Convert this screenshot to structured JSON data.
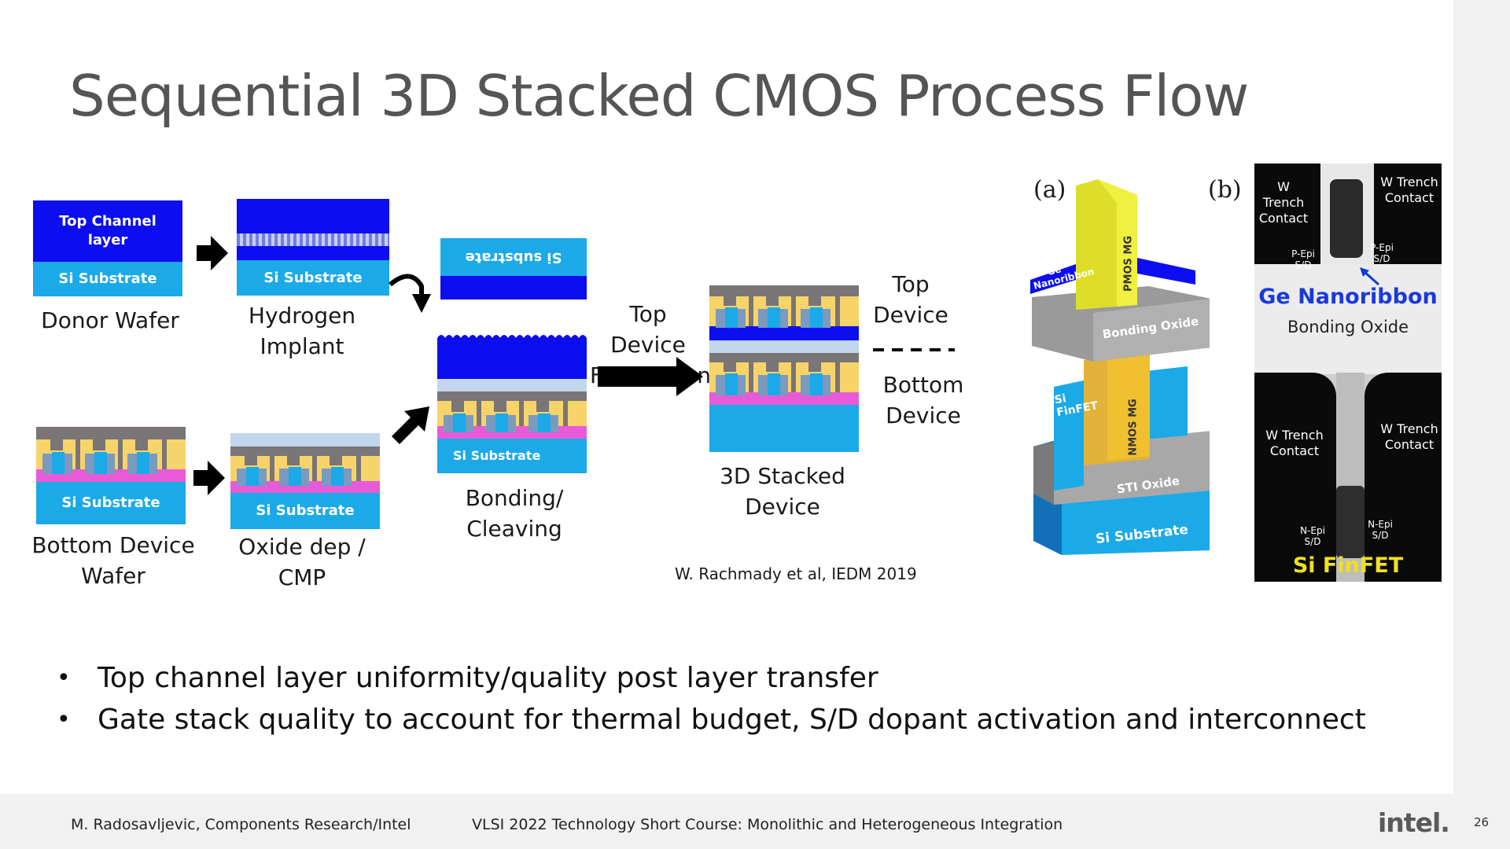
{
  "title": "Sequential 3D Stacked CMOS Process Flow",
  "flow": {
    "donor_top": "Top Channel layer",
    "donor_bottom": "Si Substrate",
    "donor_label": "Donor Wafer",
    "hydrogen_sub": "Si Substrate",
    "hydrogen_label": "Hydrogen Implant",
    "flipped_sub": "Si substrate",
    "bonding_sub": "Si Substrate",
    "bonding_label": "Bonding/ Cleaving",
    "bottom_sub": "Si Substrate",
    "bottom_label": "Bottom Device Wafer",
    "oxide_sub": "Si Substrate",
    "oxide_label": "Oxide dep / CMP",
    "arrow_label": "Top Device Fabrication",
    "stacked_label": "3D Stacked Device",
    "top_device": "Top Device",
    "bottom_device": "Bottom Device",
    "citation": "W. Rachmady et al, IEDM 2019"
  },
  "figure_a": {
    "panel": "(a)",
    "ge": "Ge Nanoribbon",
    "pmos": "PMOS MG",
    "bonding": "Bonding Oxide",
    "finfet": "Si FinFET",
    "nmos": "NMOS MG",
    "sti": "STI Oxide",
    "substrate": "Si Substrate"
  },
  "figure_b": {
    "panel": "(b)",
    "w_trench": "W Trench Contact",
    "p_epi": "P-Epi S/D",
    "ge": "Ge Nanoribbon",
    "bonding": "Bonding Oxide",
    "n_epi": "N-Epi S/D",
    "finfet": "Si FinFET"
  },
  "bullets": [
    "Top channel layer uniformity/quality post layer transfer",
    "Gate stack quality to account for thermal budget, S/D dopant activation and interconnect"
  ],
  "footer": {
    "author": "M. Radosavljevic, Components Research/Intel",
    "course": "VLSI 2022 Technology Short Course: Monolithic and Heterogeneous Integration",
    "logo": "intel.",
    "page": "26"
  },
  "colors": {
    "channel_blue": "#0c0ef0",
    "substrate_blue": "#1ca9e8",
    "oxide_light": "#c2d6ec",
    "metal_gray": "#7a7576",
    "spacer_yellow": "#f7d46a",
    "dopant_pink": "#e85bd8",
    "title_gray": "#555555"
  }
}
